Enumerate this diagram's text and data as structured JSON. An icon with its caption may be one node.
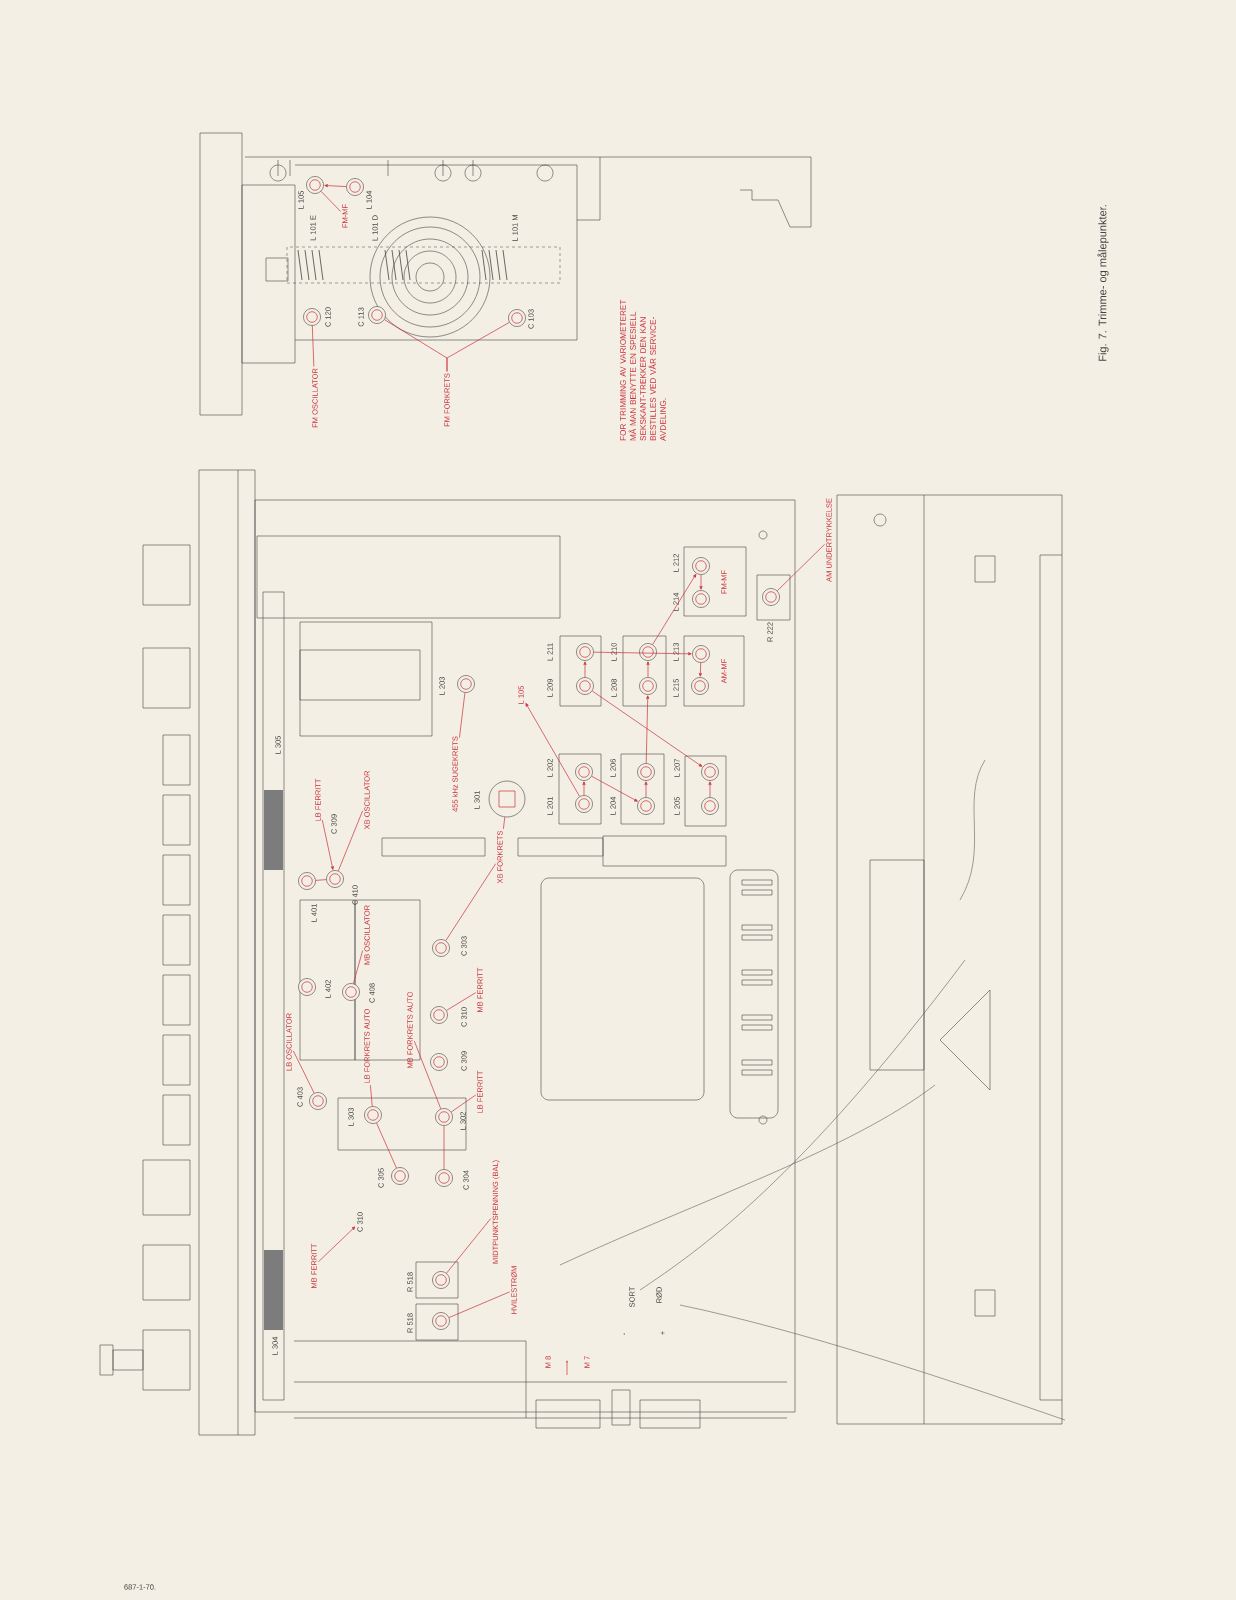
{
  "diagram": {
    "caption": "Fig. 7. Trimme- og målepunkter.",
    "nodes": [
      {
        "text": [
          "FM OSCILLATOR"
        ]
      },
      {
        "text": [
          "FM FORKRETS"
        ]
      },
      {
        "text": [
          "FM-MF"
        ]
      },
      {
        "text": [],
        "shape": "circle",
        "beside": [
          "L 105"
        ]
      },
      {
        "text": [],
        "shape": "circle",
        "beside": [
          "L 104"
        ]
      },
      {
        "text": [],
        "shape": "circle",
        "beside": [
          "C 120"
        ]
      },
      {
        "text": [],
        "shape": "circle",
        "beside": [
          "C 113"
        ]
      },
      {
        "text": [],
        "shape": "circle",
        "beside": [
          "C 103"
        ]
      },
      {
        "text": [],
        "shape": "circle",
        "beside": [
          "L 203"
        ]
      },
      {
        "text": [
          "455 kHz SUGEKRETS"
        ]
      },
      {
        "text": [],
        "shape": "circle",
        "beside": [
          "L 301"
        ]
      },
      {
        "text": [
          "XB FORKRETS"
        ]
      },
      {
        "text": [
          "L 105"
        ]
      },
      {
        "text": [],
        "shape": "circle",
        "beside": [
          "L 201"
        ]
      },
      {
        "text": [],
        "shape": "circle",
        "beside": [
          "L 202"
        ]
      },
      {
        "text": [],
        "shape": "circle",
        "beside": [
          "L 204"
        ]
      },
      {
        "text": [],
        "shape": "circle",
        "beside": [
          "L 206"
        ]
      },
      {
        "text": [],
        "shape": "circle",
        "beside": [
          "L 205"
        ]
      },
      {
        "text": [],
        "shape": "circle",
        "beside": [
          "L 207"
        ]
      },
      {
        "text": [],
        "shape": "circle",
        "beside": [
          "L 209"
        ]
      },
      {
        "text": [],
        "shape": "circle",
        "beside": [
          "L 211"
        ]
      },
      {
        "text": [],
        "shape": "circle",
        "beside": [
          "L 208"
        ]
      },
      {
        "text": [],
        "shape": "circle",
        "beside": [
          "L 210"
        ]
      },
      {
        "text": [],
        "shape": "circle",
        "beside": [
          "L 215"
        ]
      },
      {
        "text": [],
        "shape": "circle",
        "beside": [
          "L 213"
        ]
      },
      {
        "text": [
          "AM-MF"
        ]
      },
      {
        "text": [],
        "shape": "circle",
        "beside": [
          "L 214"
        ]
      },
      {
        "text": [],
        "shape": "circle",
        "beside": [
          "L 212"
        ]
      },
      {
        "text": [
          "FM-MF"
        ]
      },
      {
        "text": [],
        "shape": "circle",
        "beside": [
          "R 222"
        ]
      },
      {
        "text": [
          "AM UNDERTRYKKELSE"
        ]
      },
      {
        "text": [
          "LB FERRITT"
        ]
      },
      {
        "text": [],
        "shape": "circle",
        "beside": [
          "L 401"
        ]
      },
      {
        "text": [],
        "shape": "circle",
        "beside": [
          "C 410"
        ]
      },
      {
        "text": [
          "XB OSCILLATOR"
        ]
      },
      {
        "text": [],
        "shape": "circle",
        "beside": [
          "L 402"
        ]
      },
      {
        "text": [],
        "shape": "circle",
        "beside": [
          "C 408"
        ]
      },
      {
        "text": [
          "MB OSCILLATOR"
        ]
      },
      {
        "text": [],
        "shape": "circle",
        "beside": [
          "C 303"
        ]
      },
      {
        "text": [
          "MB FERRITT"
        ]
      },
      {
        "text": [],
        "shape": "circle",
        "beside": [
          "C 310"
        ]
      },
      {
        "text": [],
        "shape": "circle",
        "beside": [
          "C 309"
        ]
      },
      {
        "text": [
          "LB FERRITT"
        ]
      },
      {
        "text": [
          "MB FORKRETS AUTO"
        ]
      },
      {
        "text": [
          "LB FORKRETS AUTO"
        ]
      },
      {
        "text": [
          "LB OSCILLATOR"
        ]
      },
      {
        "text": [],
        "shape": "circle",
        "beside": [
          "C 403"
        ]
      },
      {
        "text": [],
        "shape": "circle",
        "beside": [
          "L 303"
        ]
      },
      {
        "text": [],
        "shape": "circle",
        "beside": [
          "L 302"
        ]
      },
      {
        "text": [],
        "shape": "circle",
        "beside": [
          "C 305"
        ]
      },
      {
        "text": [],
        "shape": "circle",
        "beside": [
          "C 304"
        ]
      },
      {
        "text": [
          "MIDTPUNKTSPENNING (BAL)"
        ]
      },
      {
        "text": [
          "HVILESTRØM"
        ]
      },
      {
        "text": [],
        "shape": "circle",
        "beside": [
          "R 518"
        ]
      },
      {
        "text": [],
        "shape": "circle",
        "beside": [
          "R 518"
        ]
      },
      {
        "text": [
          "MB FERRITT"
        ]
      },
      {
        "text": [
          "C 310"
        ]
      }
    ],
    "edges": [
      {
        "from": 0,
        "to": 5,
        "arrow": "none"
      },
      {
        "from": 1,
        "to": 6,
        "arrow": "none"
      },
      {
        "from": 1,
        "to": 7,
        "arrow": "none"
      },
      {
        "from": 2,
        "to": 3,
        "arrow": "none"
      },
      {
        "from": 4,
        "to": 3,
        "arrow": "to"
      },
      {
        "from": 9,
        "to": 8,
        "arrow": "none"
      },
      {
        "from": 11,
        "to": 10,
        "arrow": "none"
      },
      {
        "from": 11,
        "to": 38,
        "arrow": "none"
      },
      {
        "from": 13,
        "to": 12,
        "arrow": "to"
      },
      {
        "from": 13,
        "to": 14,
        "arrow": "to"
      },
      {
        "from": 14,
        "to": 15,
        "arrow": "to"
      },
      {
        "from": 15,
        "to": 16,
        "arrow": "to"
      },
      {
        "from": 16,
        "to": 21,
        "arrow": "to"
      },
      {
        "from": 21,
        "to": 22,
        "arrow": "to"
      },
      {
        "from": 22,
        "to": 27,
        "arrow": "to"
      },
      {
        "from": 27,
        "to": 26,
        "arrow": "to"
      },
      {
        "from": 17,
        "to": 18,
        "arrow": "to"
      },
      {
        "from": 19,
        "to": 18,
        "arrow": "to"
      },
      {
        "from": 19,
        "to": 20,
        "arrow": "to"
      },
      {
        "from": 20,
        "to": 24,
        "arrow": "to"
      },
      {
        "from": 24,
        "to": 23,
        "arrow": "to"
      },
      {
        "from": 30,
        "to": 29,
        "arrow": "none"
      },
      {
        "from": 31,
        "to": 33,
        "arrow": "to"
      },
      {
        "from": 34,
        "to": 33,
        "arrow": "none"
      },
      {
        "from": 37,
        "to": 36,
        "arrow": "none"
      },
      {
        "from": 39,
        "to": 40,
        "arrow": "none"
      },
      {
        "from": 42,
        "to": 48,
        "arrow": "none"
      },
      {
        "from": 43,
        "to": 48,
        "arrow": "none"
      },
      {
        "from": 44,
        "to": 47,
        "arrow": "none"
      },
      {
        "from": 45,
        "to": 46,
        "arrow": "none"
      },
      {
        "from": 47,
        "to": 49,
        "arrow": "none"
      },
      {
        "from": 48,
        "to": 50,
        "arrow": "none"
      },
      {
        "from": 51,
        "to": 53,
        "arrow": "none"
      },
      {
        "from": 52,
        "to": 54,
        "arrow": "none"
      },
      {
        "from": 55,
        "to": 56,
        "arrow": "to"
      },
      {
        "from": 32,
        "to": 33,
        "arrow": "none"
      }
    ],
    "labels": [
      "L 101 E",
      "L 101 D",
      "L 101 M",
      "FOR TRIMMING AV VARIOMETERET MÅ MAN BENYTTE EN SPESIELL SEKSKANT-TREKKER DEN KAN BESTILLES VED VÅR SERVICE-AVDELING.",
      "L 305",
      "C 309",
      "L 304",
      "SORT",
      "RØD",
      "-",
      "+",
      "M 8",
      "M 7",
      "687-1-70."
    ]
  }
}
